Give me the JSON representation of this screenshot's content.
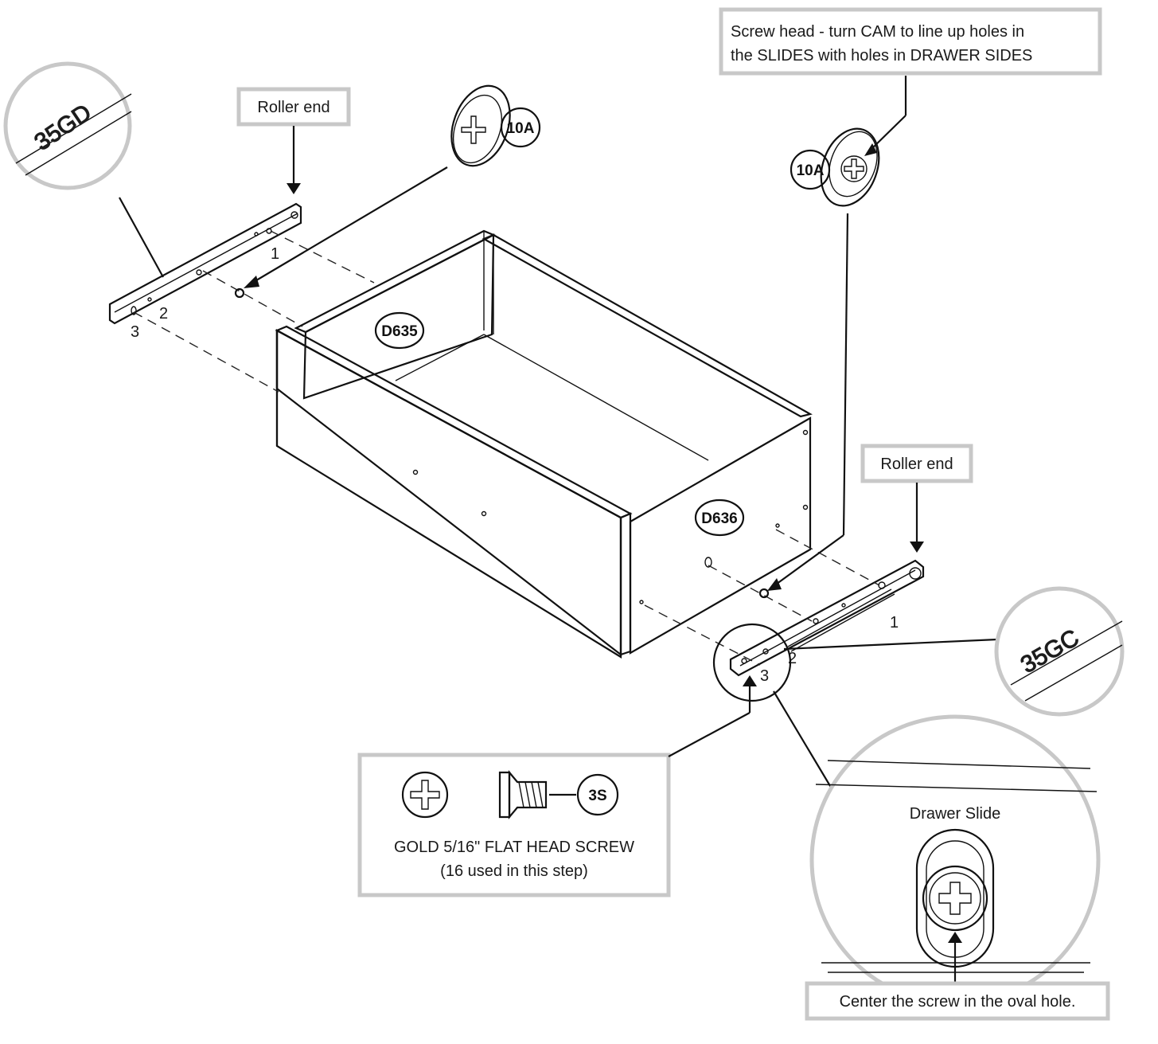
{
  "callouts": {
    "roller_end_left": "Roller end",
    "roller_end_right": "Roller end",
    "screw_head_line1": "Screw head - turn CAM to line up holes in",
    "screw_head_line2": "the SLIDES with holes in DRAWER SIDES",
    "center_screw": "Center the screw in the oval hole."
  },
  "parts": {
    "cam_left": "10A",
    "cam_right": "10A",
    "drawer_side_left": "D635",
    "drawer_side_right": "D636",
    "screw": "3S"
  },
  "slide_labels": {
    "left_code": "35GD",
    "right_code": "35GC",
    "left_hole_1": "1",
    "left_hole_2": "2",
    "left_hole_3": "3",
    "right_hole_1": "1",
    "right_hole_2": "2",
    "right_hole_3": "3"
  },
  "hardware": {
    "name": "GOLD 5/16\" FLAT HEAD SCREW",
    "quantity": "(16 used in this step)"
  },
  "detail": {
    "title": "Drawer Slide"
  }
}
